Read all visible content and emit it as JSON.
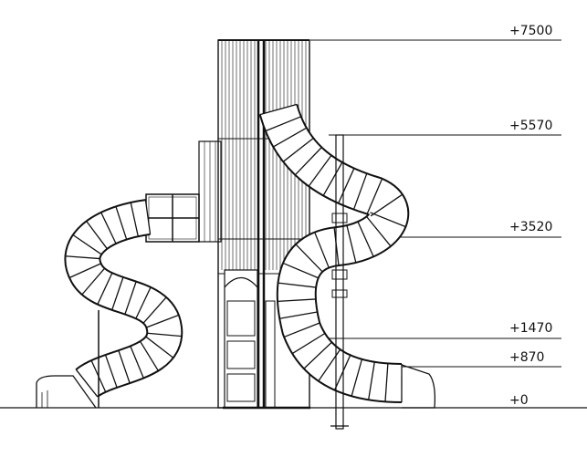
{
  "drawing": {
    "elevation_labels": [
      "+7500",
      "+5570",
      "+3520",
      "+1470",
      "+870",
      "+0"
    ],
    "line_color": "#111111",
    "background": "#ffffff"
  }
}
